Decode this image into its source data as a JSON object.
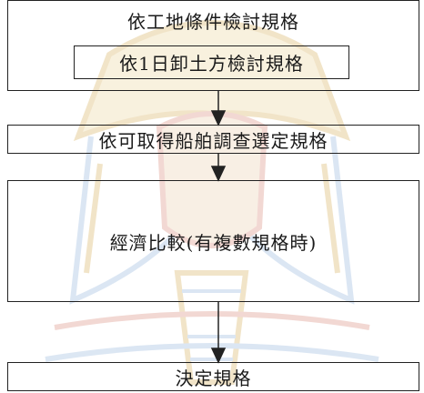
{
  "steps": {
    "site_conditions": "依工地條件檢討規格",
    "daily_unloading": "依1日卸土方檢討規格",
    "vessel_survey": "依可取得船舶調查選定規格",
    "economic_comparison": "經濟比較(有複數規格時)",
    "decide_spec": "決定規格"
  },
  "colors": {
    "line": "#222222",
    "watermark_gold": "#e7cf9c",
    "watermark_blue": "#bfd3ea",
    "watermark_red": "#e9b9b0"
  }
}
